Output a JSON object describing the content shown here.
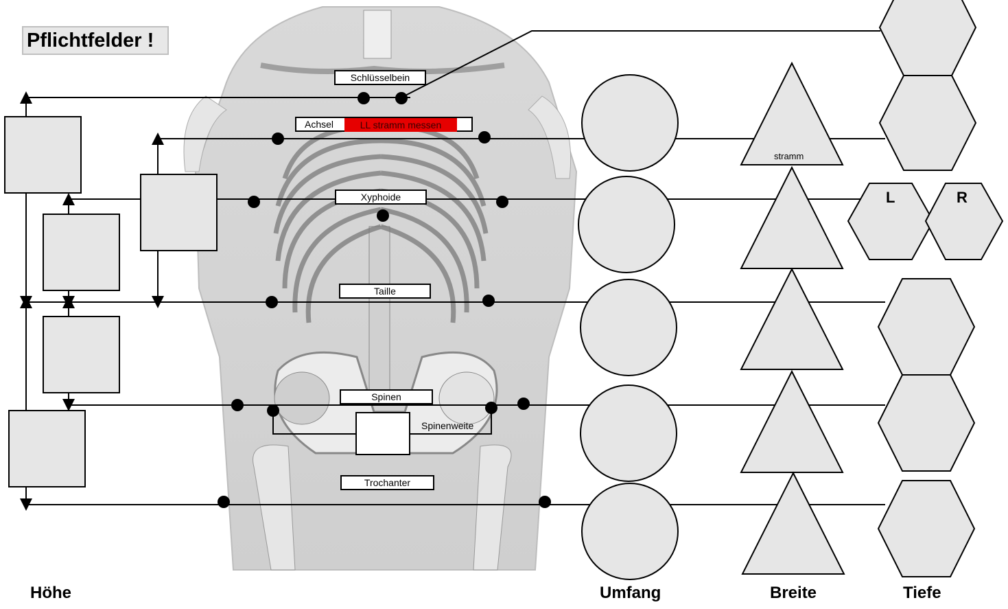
{
  "mandatory_note": "Pflichtfelder !",
  "landmarks": {
    "clavicle": "Schlüsselbein",
    "axilla": "Achsel",
    "axilla_warning": "LL stramm messen",
    "xiphoid": "Xyphoide",
    "waist": "Taille",
    "spines": "Spinen",
    "spine_width": "Spinenweite",
    "trochanter": "Trochanter"
  },
  "columns": {
    "height": "Höhe",
    "circumference": "Umfang",
    "width": "Breite",
    "depth": "Tiefe"
  },
  "width_note": "stramm",
  "depth_sides": {
    "left": "L",
    "right": "R"
  },
  "colors": {
    "field_fill": "#e6e6e6",
    "warning_red": "#e60000",
    "line": "#000000"
  }
}
